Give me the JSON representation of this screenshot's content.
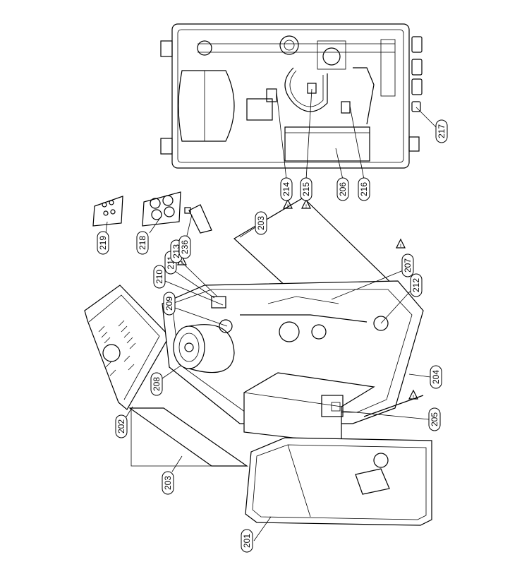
{
  "parts": [
    {
      "id": "p201",
      "label": "201"
    },
    {
      "id": "p202",
      "label": "202"
    },
    {
      "id": "p203a",
      "label": "203"
    },
    {
      "id": "p203b",
      "label": "203"
    },
    {
      "id": "p204",
      "label": "204"
    },
    {
      "id": "p205",
      "label": "205"
    },
    {
      "id": "p206",
      "label": "206"
    },
    {
      "id": "p207",
      "label": "207"
    },
    {
      "id": "p208",
      "label": "208"
    },
    {
      "id": "p209",
      "label": "209"
    },
    {
      "id": "p210",
      "label": "210"
    },
    {
      "id": "p211",
      "label": "211"
    },
    {
      "id": "p212",
      "label": "212"
    },
    {
      "id": "p213",
      "label": "213"
    },
    {
      "id": "p214",
      "label": "214"
    },
    {
      "id": "p215",
      "label": "215"
    },
    {
      "id": "p216",
      "label": "216"
    },
    {
      "id": "p217",
      "label": "217"
    },
    {
      "id": "p218",
      "label": "218"
    },
    {
      "id": "p219",
      "label": "219"
    },
    {
      "id": "p236",
      "label": "236"
    }
  ],
  "warning_symbol": "!"
}
